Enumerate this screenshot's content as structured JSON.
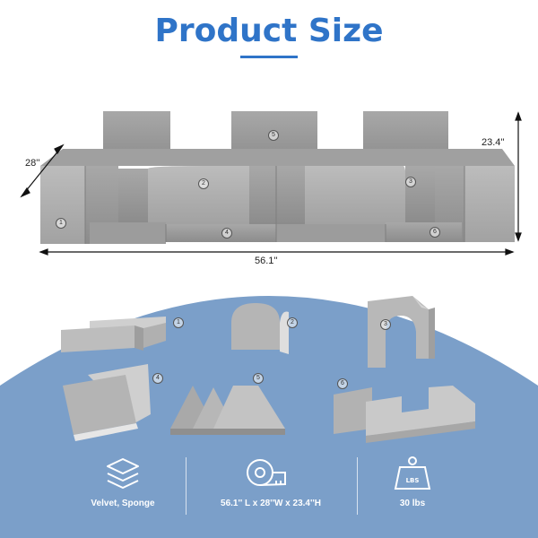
{
  "title": "Product Size",
  "dimensions": {
    "depth": "28''",
    "height": "23.4''",
    "length": "56.1''"
  },
  "piece_numbers": [
    "1",
    "2",
    "3",
    "4",
    "5",
    "6"
  ],
  "specs": [
    {
      "icon": "layers-icon",
      "label": "Velvet, Sponge"
    },
    {
      "icon": "tape-measure-icon",
      "label": "56.1'' L x 28''W x 23.4''H"
    },
    {
      "icon": "weight-icon",
      "label": "30 lbs",
      "badge": "LBS"
    }
  ],
  "colors": {
    "accent": "#2f74c8",
    "panel": "#7b9fc9",
    "foam": "#9a9a9a"
  }
}
